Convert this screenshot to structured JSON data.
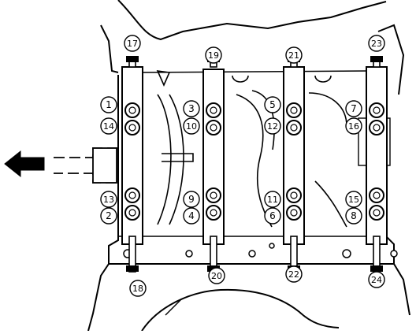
{
  "diagram": {
    "direction_arrow_icon": "arrow-left-icon",
    "callouts": [
      {
        "label": "1"
      },
      {
        "label": "14"
      },
      {
        "label": "13"
      },
      {
        "label": "2"
      },
      {
        "label": "3"
      },
      {
        "label": "10"
      },
      {
        "label": "9"
      },
      {
        "label": "4"
      },
      {
        "label": "5"
      },
      {
        "label": "12"
      },
      {
        "label": "11"
      },
      {
        "label": "6"
      },
      {
        "label": "7"
      },
      {
        "label": "16"
      },
      {
        "label": "15"
      },
      {
        "label": "8"
      },
      {
        "label": "17"
      },
      {
        "label": "18"
      },
      {
        "label": "19"
      },
      {
        "label": "20"
      },
      {
        "label": "21"
      },
      {
        "label": "22"
      },
      {
        "label": "23"
      },
      {
        "label": "24"
      }
    ]
  }
}
